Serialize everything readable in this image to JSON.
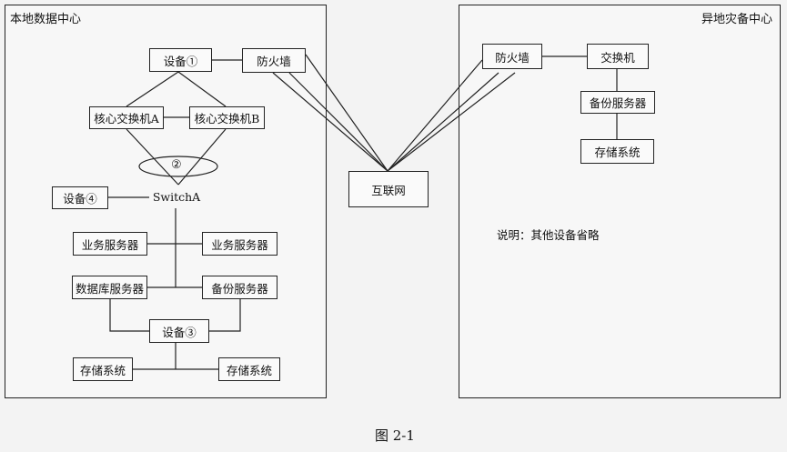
{
  "regions": {
    "local": {
      "title": "本地数据中心"
    },
    "remote": {
      "title": "异地灾备中心"
    }
  },
  "local_nodes": {
    "device1": "设备①",
    "firewall": "防火墙",
    "core_a": "核心交换机A",
    "core_b": "核心交换机B",
    "label2": "②",
    "device4": "设备④",
    "switch_a": "SwitchA",
    "biz_server_left": "业务服务器",
    "biz_server_right": "业务服务器",
    "db_server": "数据库服务器",
    "backup_server": "备份服务器",
    "device3": "设备③",
    "storage_left": "存储系统",
    "storage_right": "存储系统"
  },
  "internet": "互联网",
  "remote_nodes": {
    "firewall": "防火墙",
    "switch": "交换机",
    "backup_server": "备份服务器",
    "storage": "存储系统",
    "note": "说明：其他设备省略"
  },
  "caption": "图 2-1"
}
